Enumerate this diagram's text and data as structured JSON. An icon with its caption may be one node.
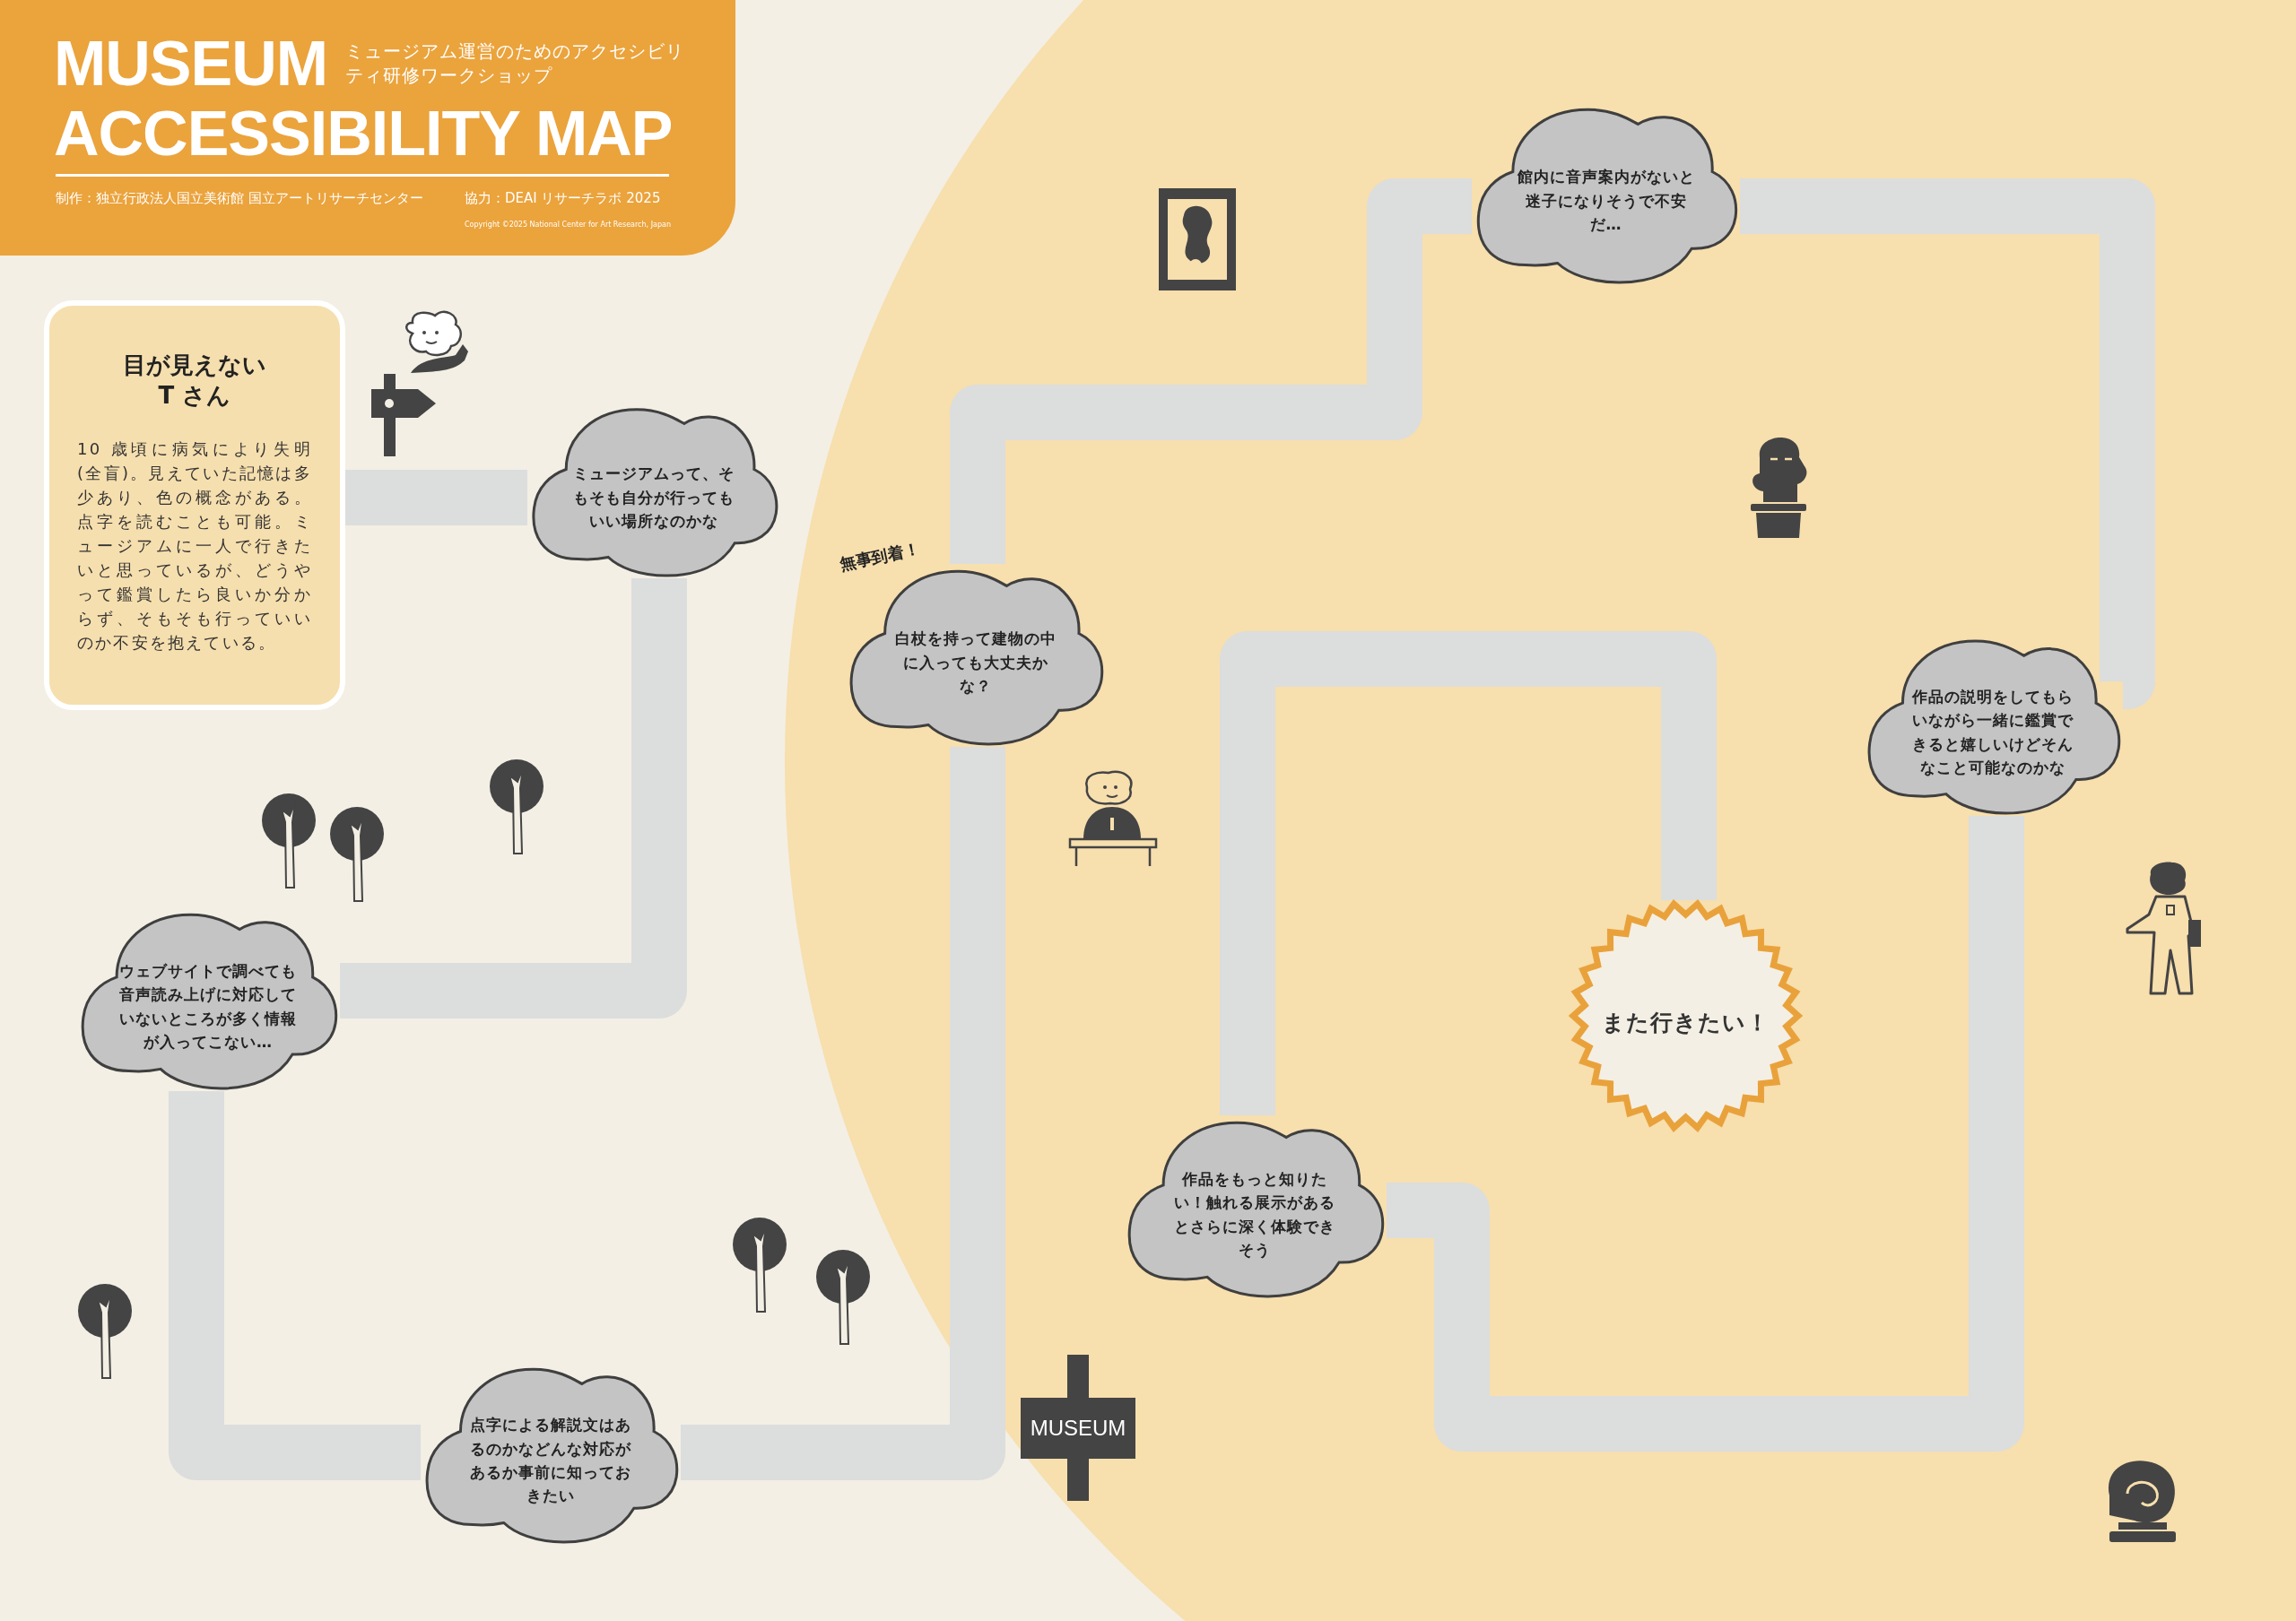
{
  "diagram": {
    "title": "MUSEUM ACCESSIBILITY MAP",
    "nodes": [
      {
        "text": [
          "目が見えない T さん",
          "10 歳頃に病気により失明(全盲)。見えていた記憶は多少あり、色の概念がある。点字を読むことも可能。ミュージアムに一人で行きたいと思っているが、どうやって鑑賞したら良いか分からず、そもそも行っていいのか不安を抱えている。"
        ]
      },
      {
        "text": [
          "ミュージアムって、そもそも自分が行ってもいい場所なのかな"
        ]
      },
      {
        "text": [
          "ウェブサイトで調べても音声読み上げに対応していないところが多く情報が入ってこない…"
        ]
      },
      {
        "text": [
          "点字による解説文はあるのかなどんな対応があるか事前に知っておきたい"
        ]
      },
      {
        "text": [
          "白杖を持って建物の中に入っても大丈夫かな？"
        ],
        "beside": [
          "無事到着！"
        ]
      },
      {
        "text": [
          "館内に音声案内がないと迷子になりそうで不安だ…"
        ]
      },
      {
        "text": [
          "作品の説明をしてもらいながら一緒に鑑賞できると嬉しいけどそんなこと可能なのかな"
        ]
      },
      {
        "text": [
          "作品をもっと知りたい！触れる展示があるとさらに深く体験できそう"
        ]
      },
      {
        "text": [
          "また行きたい！"
        ]
      }
    ],
    "edges": [
      {
        "from": 0,
        "to": 1,
        "arrow": "none"
      },
      {
        "from": 1,
        "to": 2,
        "arrow": "none"
      },
      {
        "from": 2,
        "to": 3,
        "arrow": "none"
      },
      {
        "from": 3,
        "to": 4,
        "arrow": "none"
      },
      {
        "from": 4,
        "to": 5,
        "arrow": "none"
      },
      {
        "from": 5,
        "to": 6,
        "arrow": "none"
      },
      {
        "from": 6,
        "to": 7,
        "arrow": "none"
      },
      {
        "from": 7,
        "to": 8,
        "arrow": "none"
      }
    ],
    "labels": [
      "ミュージアム運営のためのアクセシビリティ研修ワークショップ",
      "制作：独立行政法人国立美術館 国立アートリサーチセンター",
      "協力：DEAI リサーチラボ 2025",
      "Copyright ©2025 National Center for Art Research, Japan",
      "MUSEUM"
    ]
  }
}
